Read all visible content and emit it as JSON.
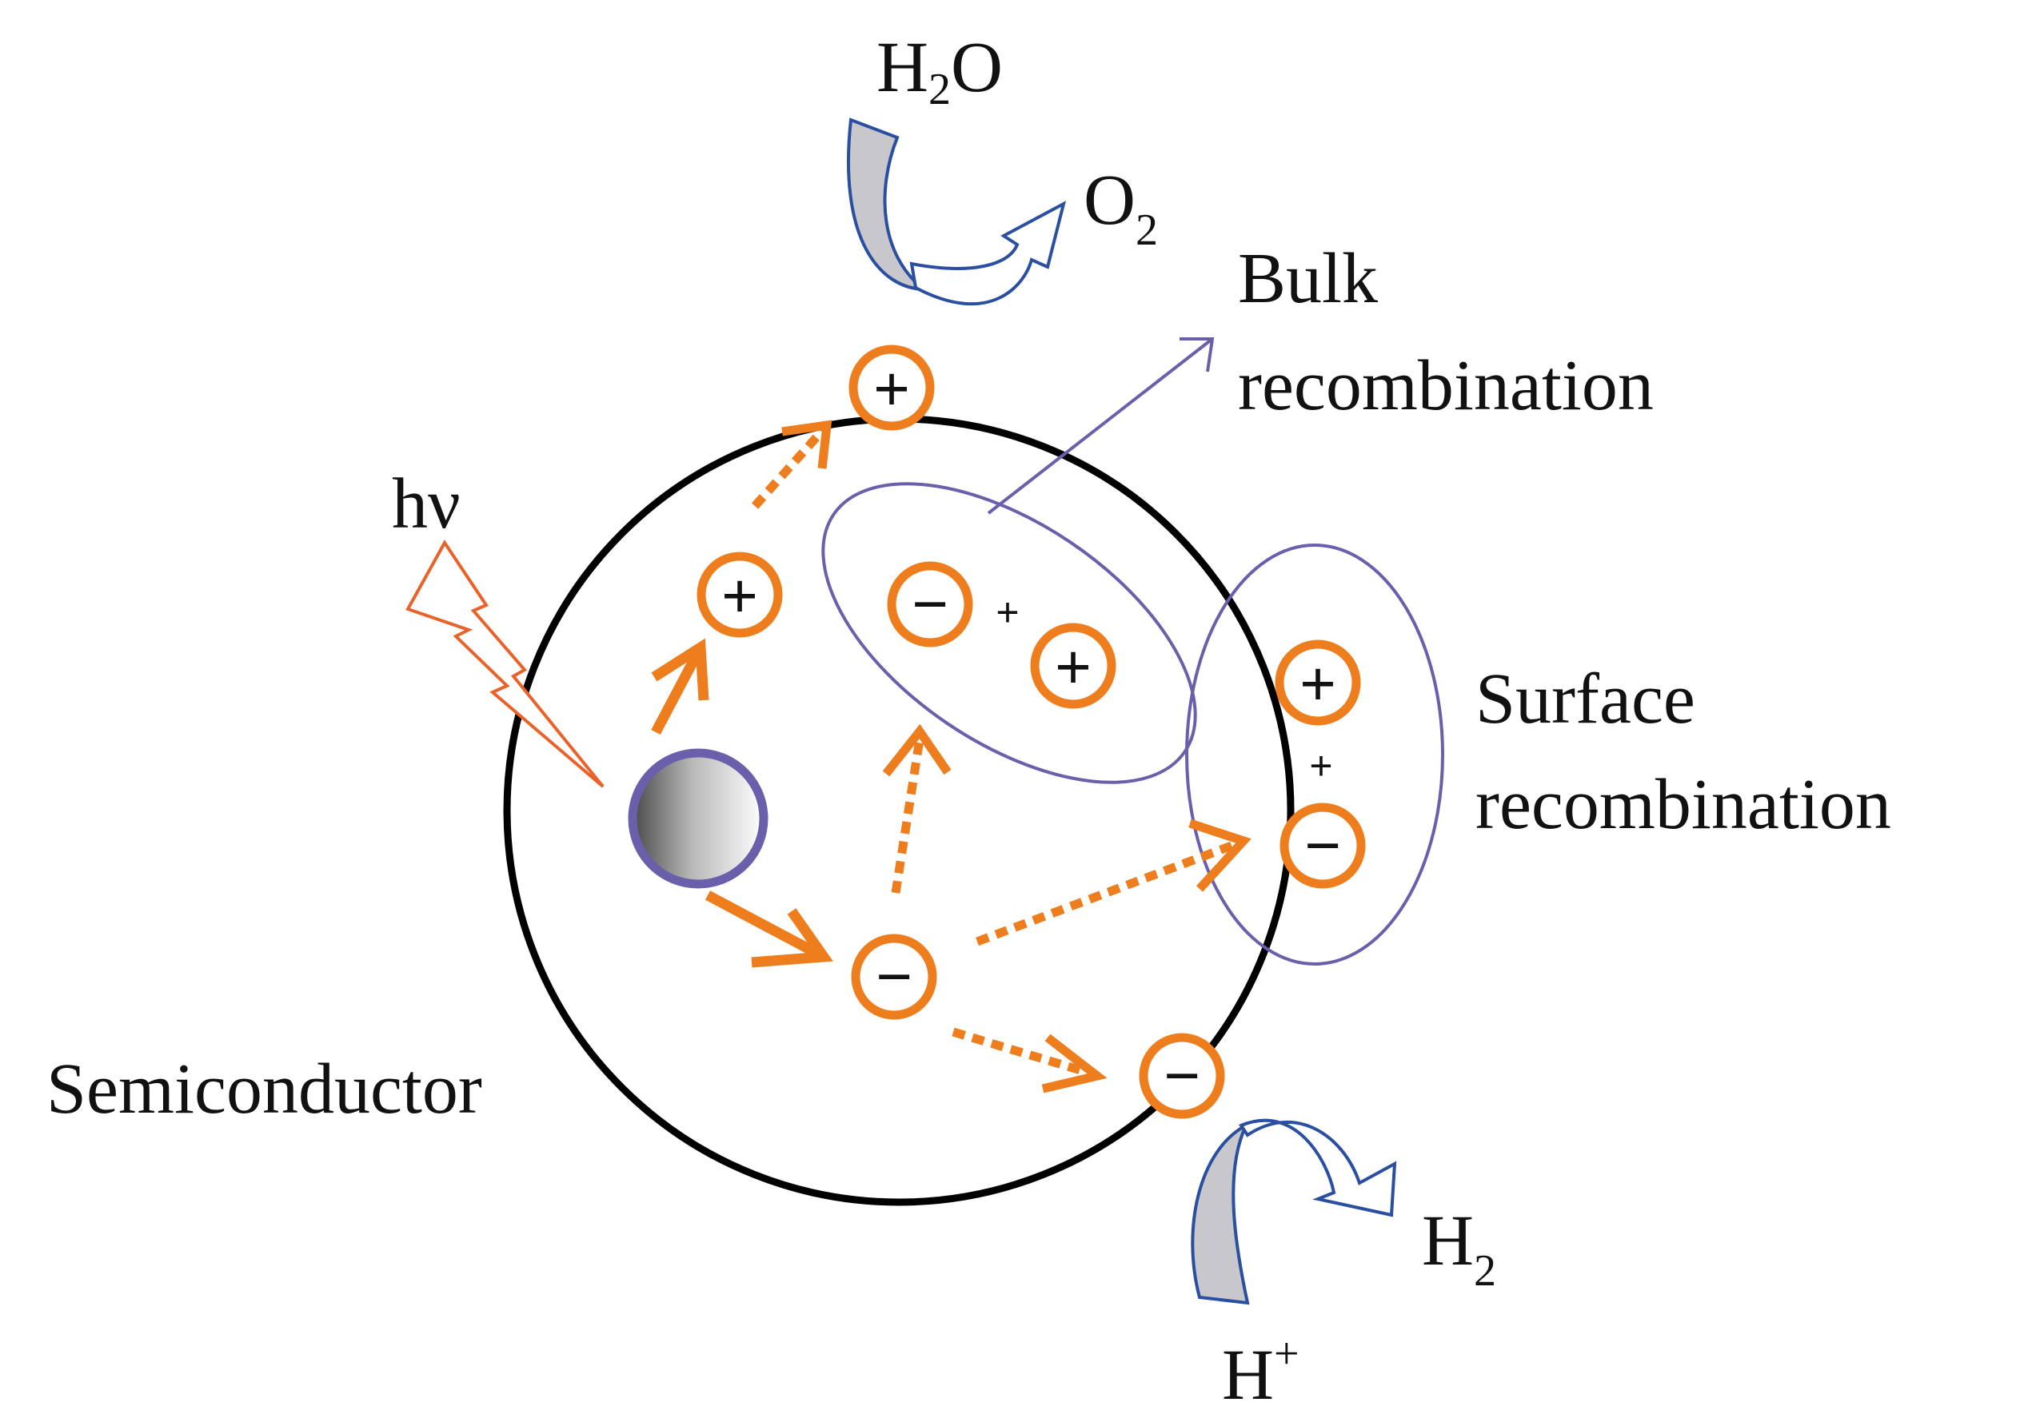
{
  "labels": {
    "h2o_main": "H",
    "h2o_sub": "2",
    "h2o_end": "O",
    "o2_main": "O",
    "o2_sub": "2",
    "bulk_line1": "Bulk",
    "bulk_line2": "recombination",
    "surface_line1": "Surface",
    "surface_line2": "recombination",
    "hv": "hν",
    "semiconductor": "Semiconductor",
    "h2_main": "H",
    "h2_sub": "2",
    "hplus_main": "H",
    "hplus_sup": "+"
  },
  "carriers": {
    "plus": "+",
    "minus": "−",
    "pair_plus": "+"
  },
  "colors": {
    "carrier_orange": "#EE7D1E",
    "particle_outline": "#000000",
    "recombination_purple": "#6A5FAA",
    "reaction_arrow_blue": "#2B4FA0",
    "incoming_arrow_gray": "#C8C8CC",
    "photon_orange": "#E8622A"
  }
}
